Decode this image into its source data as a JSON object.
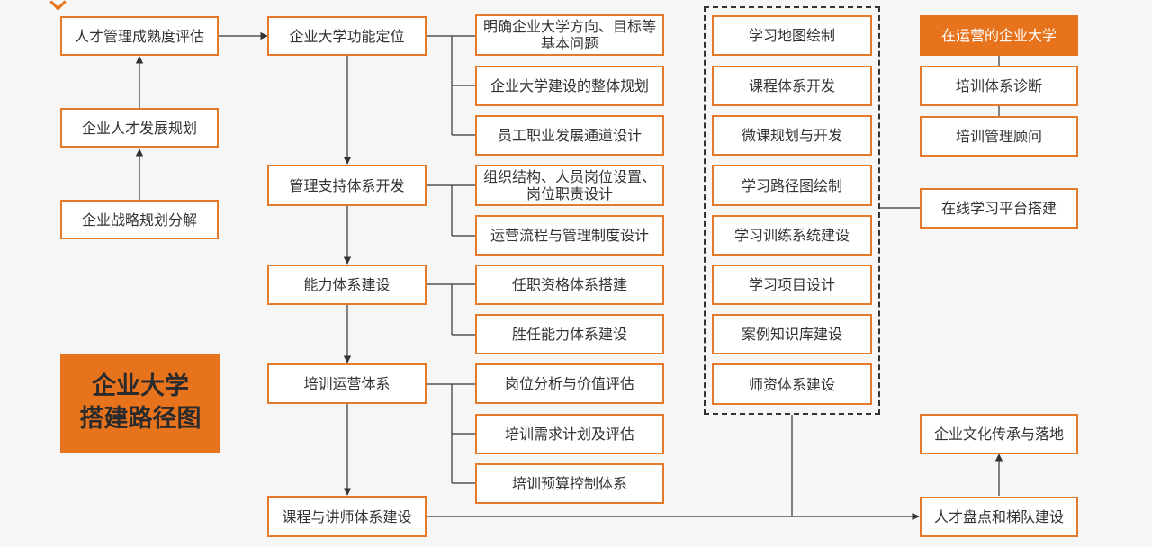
{
  "colors": {
    "accent": "#e8731d",
    "border": "#e37b2b",
    "line": "#333333",
    "background": "#f6f6f6"
  },
  "title": [
    "企业大学",
    "搭建路径图"
  ],
  "left_column": [
    "人才管理成熟度评估",
    "企业人才发展规划",
    "企业战略规划分解"
  ],
  "main_column": [
    "企业大学功能定位",
    "管理支持体系开发",
    "能力体系建设",
    "培训运营体系",
    "课程与讲师体系建设"
  ],
  "sub_items": [
    [
      "明确企业大学方向、目标等",
      "基本问题"
    ],
    [
      "企业大学建设的整体规划"
    ],
    [
      "员工职业发展通道设计"
    ],
    [
      "组织结构、人员岗位设置、",
      "岗位职责设计"
    ],
    [
      "运营流程与管理制度设计"
    ],
    [
      "任职资格体系搭建"
    ],
    [
      "胜任能力体系建设"
    ],
    [
      "岗位分析与价值评估"
    ],
    [
      "培训需求计划及评估"
    ],
    [
      "培训预算控制体系"
    ]
  ],
  "learning_column": [
    "学习地图绘制",
    "课程体系开发",
    "微课规划与开发",
    "学习路径图绘制",
    "学习训练系统建设",
    "学习项目设计",
    "案例知识库建设",
    "师资体系建设"
  ],
  "right_column": {
    "header": "在运营的企业大学",
    "items": [
      "培训体系诊断",
      "培训管理顾问",
      "在线学习平台搭建",
      "企业文化传承与落地",
      "人才盘点和梯队建设"
    ]
  }
}
